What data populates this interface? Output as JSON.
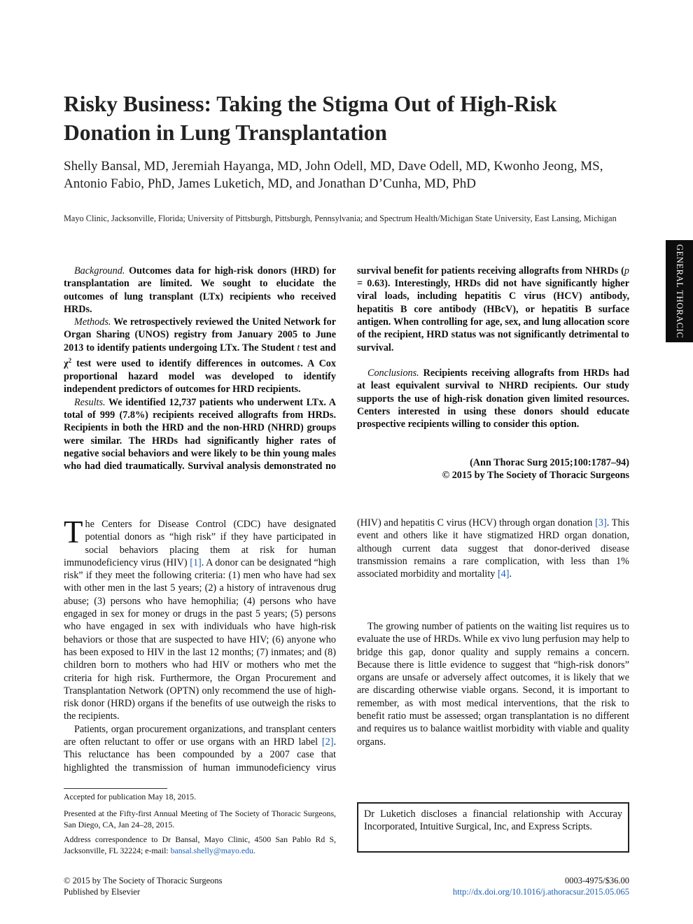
{
  "title": "Risky Business: Taking the Stigma Out of High-Risk Donation in Lung Transplantation",
  "authors": "Shelly Bansal, MD, Jeremiah Hayanga, MD, John Odell, MD, Dave Odell, MD, Kwonho Jeong, MS, Antonio Fabio, PhD, James Luketich, MD, and Jonathan D’Cunha, MD, PhD",
  "affiliation": "Mayo Clinic, Jacksonville, Florida; University of Pittsburgh, Pittsburgh, Pennsylvania; and Spectrum Health/Michigan State University, East Lansing, Michigan",
  "side_tab": "GENERAL THORACIC",
  "abstract": {
    "background_label": "Background.",
    "background_text": " Outcomes data for high-risk donors (HRD) for transplantation are limited. We sought to elucidate the outcomes of lung transplant (LTx) recipients who received HRDs.",
    "methods_label": "Methods.",
    "methods_text_1": " We retrospectively reviewed the United Network for Organ Sharing (UNOS) registry from January 2005 to June 2013 to identify patients undergoing LTx. The Student ",
    "methods_t": "t",
    "methods_text_2": " test and ",
    "methods_chi": "χ",
    "methods_sup": "2",
    "methods_text_3": " test were used to identify differences in outcomes. A Cox proportional hazard model was developed to identify independent predictors of outcomes for HRD recipients.",
    "results_label": "Results.",
    "results_text": " We identified 12,737 patients who underwent LTx. A total of 999 (7.8%) recipients received allografts from HRDs. Recipients in both the HRD and the non-HRD (NHRD) groups were similar. The HRDs had significantly higher rates of negative social behaviors and were likely to be thin young males who had died traumatically. Survival analysis demonstrated no survival benefit for patients receiving allografts from NHRDs (",
    "results_p": "p",
    "results_text_2": " = 0.63). Interestingly, HRDs did not have significantly higher viral loads, including hepatitis C virus (HCV) antibody, hepatitis B core antibody (HBcV), or hepatitis B surface antigen. When controlling for age, sex, and lung allocation score of the recipient, HRD status was not significantly detrimental to survival.",
    "conclusions_label": "Conclusions.",
    "conclusions_text": " Recipients receiving allografts from HRDs had at least equivalent survival to NHRD recipients. Our study supports the use of high-risk donation given limited resources. Centers interested in using these donors should educate prospective recipients willing to consider this option."
  },
  "citation": {
    "journal": "(Ann Thorac Surg 2015;100:1787–94)",
    "copyright": "© 2015 by The Society of Thoracic Surgeons"
  },
  "body": {
    "dropcap": "T",
    "p1_a": "he Centers for Disease Control (CDC) have designated potential donors as “high risk” if they have participated in social behaviors placing them at risk for human immunodeficiency virus (HIV) ",
    "ref1": "[1]",
    "p1_b": ". A donor can be designated “high risk” if they meet the following criteria: (1) men who have had sex with other men in the last 5 years; (2) a history of intravenous drug abuse; (3) persons who have hemophilia; (4) persons who have engaged in sex for money or drugs in the past 5 years; (5) persons who have engaged in sex with individuals who have high-risk behaviors or those that are suspected to have HIV; (6) anyone who has been exposed to HIV in the last 12 months; (7) inmates; and (8) children born to mothers who had HIV or mothers who met the criteria for high risk. Furthermore, the Organ Procurement and Transplantation Network (OPTN) only recommend the use of high-risk donor (HRD) organs if the benefits of use outweigh the risks to the recipients.",
    "p2_a": "Patients, organ procurement organizations, and transplant centers are often reluctant to offer or use organs with an HRD label ",
    "ref2": "[2]",
    "p2_b": ". This reluctance has been compounded by a 2007 case that highlighted the transmission of human immunodeficiency virus (HIV) and hepatitis C virus (HCV) through organ donation ",
    "ref3": "[3]",
    "p2_c": ". This event and others like it have stigmatized HRD organ donation, although current data suggest that donor-derived disease transmission remains a rare complication, with less than 1% associated morbidity and mortality ",
    "ref4": "[4]",
    "p2_d": ".",
    "p3": "The growing number of patients on the waiting list requires us to evaluate the use of HRDs. While ex vivo lung perfusion may help to bridge this gap, donor quality and supply remains a concern. Because there is little evidence to suggest that “high-risk donors” organs are unsafe or adversely affect outcomes, it is likely that we are discarding otherwise viable organs. Second, it is important to remember, as with most medical interventions, that the risk to benefit ratio must be assessed; organ transplantation is no different and requires us to balance waitlist morbidity with viable and quality organs."
  },
  "footnotes": {
    "accepted": "Accepted for publication May 18, 2015.",
    "presented": "Presented at the Fifty-first Annual Meeting of The Society of Thoracic Surgeons, San Diego, CA, Jan 24–28, 2015.",
    "address": "Address correspondence to Dr Bansal, Mayo Clinic, 4500 San Pablo Rd S, Jacksonville, FL   32224; e-mail: ",
    "email": "bansal.shelly@mayo.edu",
    "address_end": "."
  },
  "disclosure": "Dr Luketich discloses a financial relationship with Accuray Incorporated, Intuitive Surgical, Inc, and Express Scripts.",
  "footer": {
    "copyright": "© 2015 by The Society of Thoracic Surgeons",
    "publisher": "Published by Elsevier",
    "issn": "0003-4975/$36.00",
    "doi": "http://dx.doi.org/10.1016/j.athoracsur.2015.05.065"
  }
}
